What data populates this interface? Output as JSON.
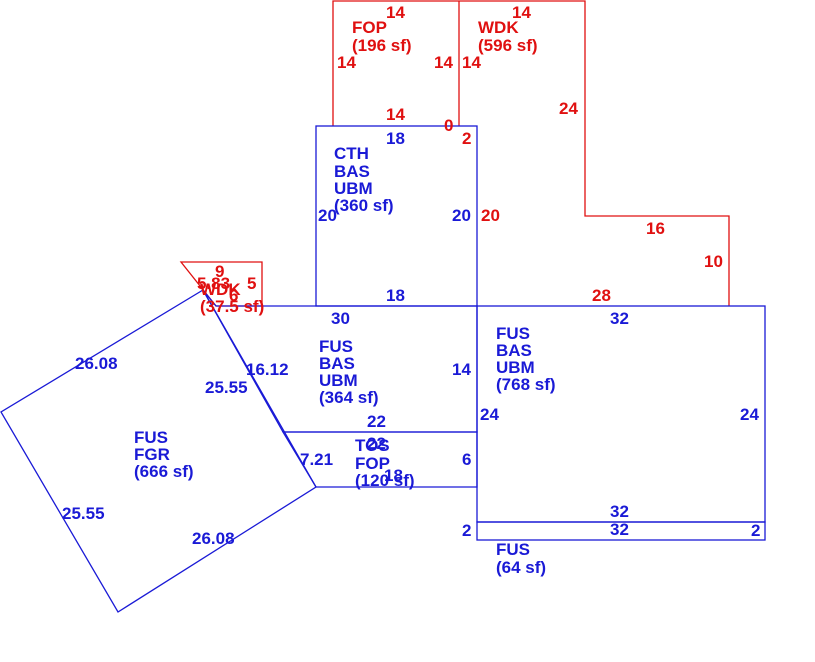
{
  "colors": {
    "main": "#1a1ad6",
    "addon": "#e01010"
  },
  "areas": {
    "fop_top": {
      "lines": [
        "FOP",
        "(196 sf)"
      ]
    },
    "wdk_top": {
      "lines": [
        "WDK",
        "(596 sf)"
      ]
    },
    "cth": {
      "lines": [
        "CTH",
        "BAS",
        "UBM",
        "(360 sf)"
      ]
    },
    "wdk_small": {
      "lines": [
        "WDK",
        "(37.5 sf)"
      ]
    },
    "fus_mid": {
      "lines": [
        "FUS",
        "BAS",
        "UBM",
        "(364 sf)"
      ]
    },
    "fus_right": {
      "lines": [
        "FUS",
        "BAS",
        "UBM",
        "(768 sf)"
      ]
    },
    "fus_fgr": {
      "lines": [
        "FUS",
        "FGR",
        "(666 sf)"
      ]
    },
    "tos_fop": {
      "lines": [
        "TOS",
        "FOP",
        "(120 sf)"
      ]
    },
    "fus_small": {
      "lines": [
        "FUS",
        "(64 sf)"
      ]
    }
  },
  "dimensions": {
    "fop_top_w": "14",
    "fop_left": "14",
    "fop_right": "14",
    "fop_bottom": "14",
    "wdk_top_w": "14",
    "wdk_left": "14",
    "wdk_right": "24",
    "wdk_step": "16",
    "wdk_drop": "10",
    "wdk_bottom": "28",
    "wdk_zero": "0",
    "wdk_two": "2",
    "wdk_twenty": "20",
    "cth_top": "18",
    "cth_left": "20",
    "cth_right": "20",
    "cth_bottom": "18",
    "wdk_small_top": "9",
    "wdk_small_left": "5.83",
    "wdk_small_right": "5",
    "wdk_small_bottom": "6",
    "mid_top": "30",
    "mid_diag": "16.12",
    "mid_right": "14",
    "mid_bottom": "22",
    "right_top": "32",
    "right_left": "24",
    "right_right": "24",
    "right_bottom": "32",
    "fgr_tl": "26.08",
    "fgr_tr": "25.55",
    "fgr_bl": "25.55",
    "fgr_br": "26.08",
    "tos_top": "22",
    "tos_left": "7.21",
    "tos_right": "6",
    "tos_bottom": "18",
    "small_top": "32",
    "small_bottom": "32",
    "small_left": "2",
    "small_right": "2"
  }
}
